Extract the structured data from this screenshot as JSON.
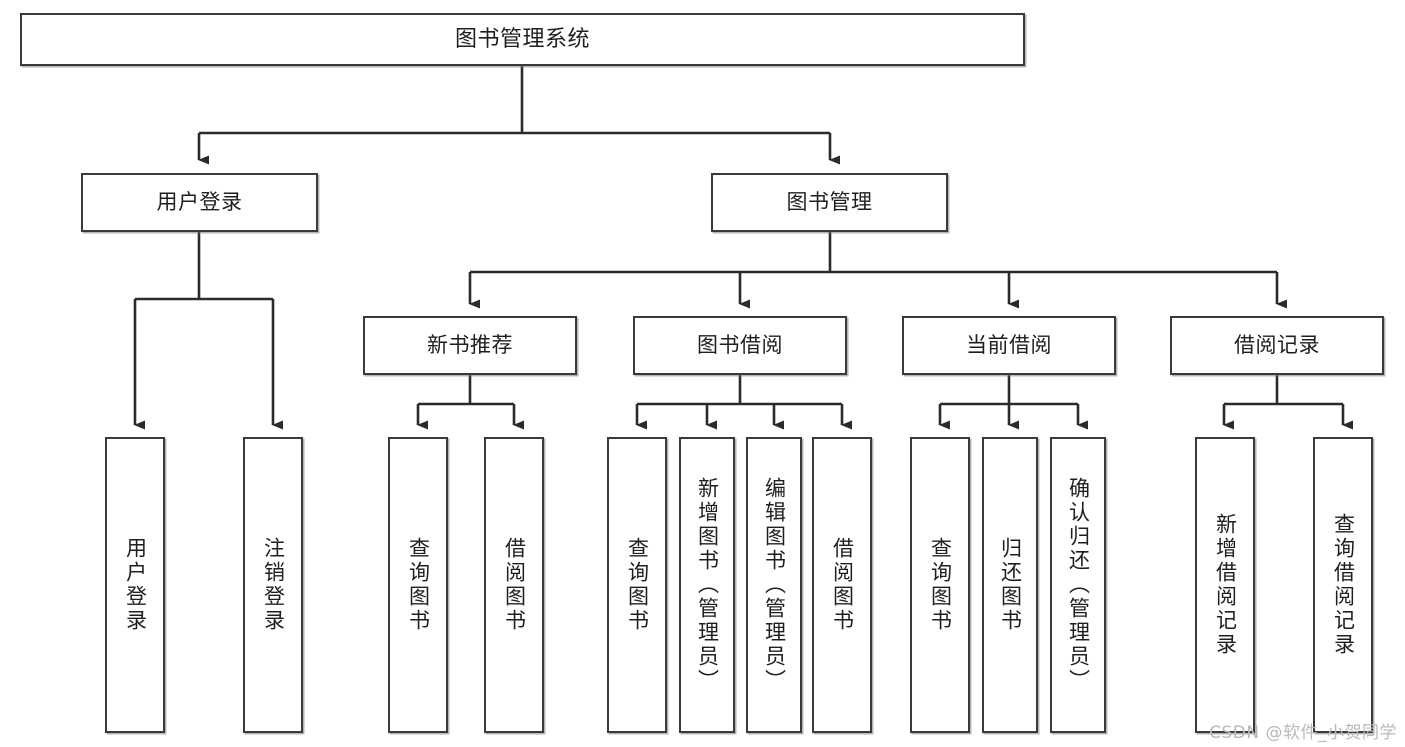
{
  "diagram": {
    "type": "tree",
    "title": "图书管理系统",
    "watermark": "CSDN @软件_小贺同学",
    "colors": {
      "box_border": "#3a3a3a",
      "box_fill": "#ffffff",
      "connector": "#2b2b2b",
      "text": "#1f1f1f",
      "watermark": "#b9b9b9"
    },
    "nodes": {
      "root": {
        "label": "图书管理系统"
      },
      "level2": [
        {
          "id": "user-login",
          "label": "用户登录"
        },
        {
          "id": "book-manage",
          "label": "图书管理"
        }
      ],
      "level3": [
        {
          "id": "new-book-recommend",
          "label": "新书推荐"
        },
        {
          "id": "book-borrow",
          "label": "图书借阅"
        },
        {
          "id": "current-borrow",
          "label": "当前借阅"
        },
        {
          "id": "borrow-record",
          "label": "借阅记录"
        }
      ],
      "leaves": {
        "user-login": [
          {
            "id": "leaf-user-login",
            "label": "用户登录"
          },
          {
            "id": "leaf-logout-login",
            "label": "注销登录"
          }
        ],
        "new-book-recommend": [
          {
            "id": "leaf-query-book-1",
            "label": "查询图书"
          },
          {
            "id": "leaf-borrow-book-1",
            "label": "借阅图书"
          }
        ],
        "book-borrow": [
          {
            "id": "leaf-query-book-2",
            "label": "查询图书"
          },
          {
            "id": "leaf-add-book",
            "label": "新增图书（管理员）"
          },
          {
            "id": "leaf-edit-book",
            "label": "编辑图书（管理员）"
          },
          {
            "id": "leaf-borrow-book-2",
            "label": "借阅图书"
          }
        ],
        "current-borrow": [
          {
            "id": "leaf-query-book-3",
            "label": "查询图书"
          },
          {
            "id": "leaf-return-book",
            "label": "归还图书"
          },
          {
            "id": "leaf-confirm-return",
            "label": "确认归还（管理员）"
          }
        ],
        "borrow-record": [
          {
            "id": "leaf-add-record",
            "label": "新增借阅记录"
          },
          {
            "id": "leaf-query-record",
            "label": "查询借阅记录"
          }
        ]
      }
    }
  }
}
